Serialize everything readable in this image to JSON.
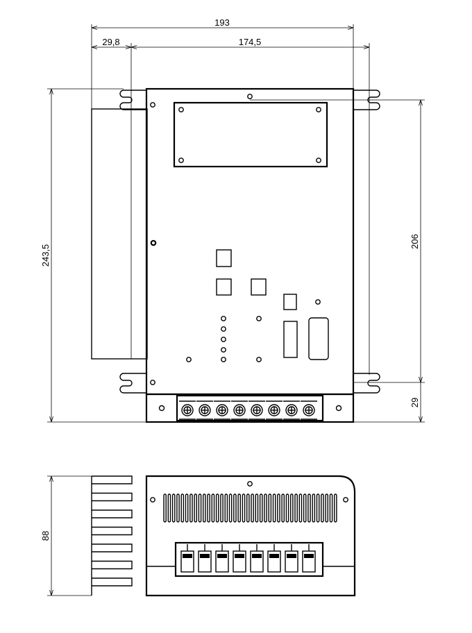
{
  "dimensions": {
    "overall_width": "193",
    "heatsink_depth": "29,8",
    "body_width": "174,5",
    "overall_height": "243,5",
    "mount_height": "206",
    "terminal_block_height": "29",
    "side_height": "88"
  },
  "colors": {
    "line": "#000000",
    "background": "#ffffff"
  }
}
